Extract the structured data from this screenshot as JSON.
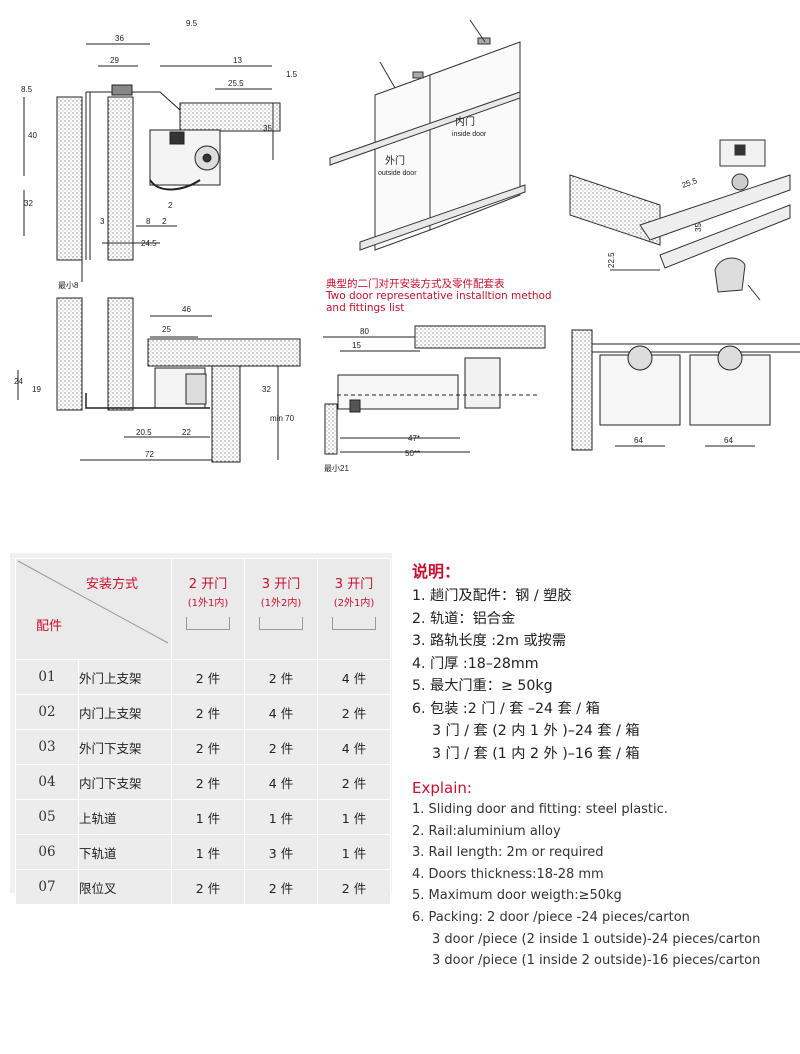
{
  "diagram": {
    "topleft_dims": [
      "36",
      "29",
      "9.5",
      "13",
      "25.5",
      "1.5",
      "8.5",
      "40",
      "35",
      "32",
      "3",
      "8",
      "2",
      "2",
      "24.5"
    ],
    "topleft_min": "最小8",
    "inner_door_cn": "内门",
    "inner_door_en": "inside door",
    "outer_door_cn": "外门",
    "outer_door_en": "outside door",
    "topright_dims": [
      "25.5",
      "22.5",
      "35"
    ],
    "title_cn": "典型的二门对开安装方式及零件配套表",
    "title_en_1": "Two door representative installtion method",
    "title_en_2": "and fittings list",
    "bottomleft_dims": [
      "46",
      "25",
      "24",
      "19",
      "32",
      "min 70",
      "20.5",
      "22",
      "72"
    ],
    "bottommid_dims": [
      "80",
      "15",
      "47*",
      "50**"
    ],
    "bottommid_min": "最小21",
    "bottomright_dims": [
      "64",
      "64"
    ]
  },
  "table": {
    "header_method": "安装方式",
    "header_parts": "配件",
    "columns": [
      {
        "title": "2 开门",
        "sub": "(1外1内)"
      },
      {
        "title": "3 开门",
        "sub": "(1外2内)"
      },
      {
        "title": "3 开门",
        "sub": "(2外1内)"
      }
    ],
    "rows": [
      {
        "num": "01",
        "name": "外门上支架",
        "values": [
          "2 件",
          "2 件",
          "4 件"
        ]
      },
      {
        "num": "02",
        "name": "内门上支架",
        "values": [
          "2 件",
          "4 件",
          "2 件"
        ]
      },
      {
        "num": "03",
        "name": "外门下支架",
        "values": [
          "2 件",
          "2 件",
          "4 件"
        ]
      },
      {
        "num": "04",
        "name": "内门下支架",
        "values": [
          "2 件",
          "4 件",
          "2 件"
        ]
      },
      {
        "num": "05",
        "name": "上轨道",
        "values": [
          "1 件",
          "1 件",
          "1 件"
        ]
      },
      {
        "num": "06",
        "name": "下轨道",
        "values": [
          "1 件",
          "3 件",
          "1 件"
        ]
      },
      {
        "num": "07",
        "name": "限位叉",
        "values": [
          "2 件",
          "2 件",
          "2 件"
        ]
      }
    ]
  },
  "explain_cn": {
    "title": "说明：",
    "lines": [
      "1. 趟门及配件：钢 / 塑胶",
      "2. 轨道：铝合金",
      "3. 路轨长度 :2m 或按需",
      "4. 门厚 :18–28mm",
      "5. 最大门重：≥ 50kg",
      "6. 包装 :2 门 / 套 –24 套 / 箱",
      "3 门 / 套 (2 内 1 外 )–24 套 / 箱",
      "3 门 / 套 (1 内 2 外 )–16 套 / 箱"
    ]
  },
  "explain_en": {
    "title": "Explain:",
    "lines": [
      "1. Sliding door and fitting: steel plastic.",
      "2. Rail:aluminium alloy",
      "3. Rail length: 2m or required",
      "4. Doors thickness:18-28 mm",
      "5. Maximum door weigth:≥50kg",
      "6. Packing: 2 door /piece -24 pieces/carton",
      "3 door /piece (2 inside 1 outside)-24 pieces/carton",
      "3 door /piece (1 inside  2 outside)-16 pieces/carton"
    ]
  }
}
